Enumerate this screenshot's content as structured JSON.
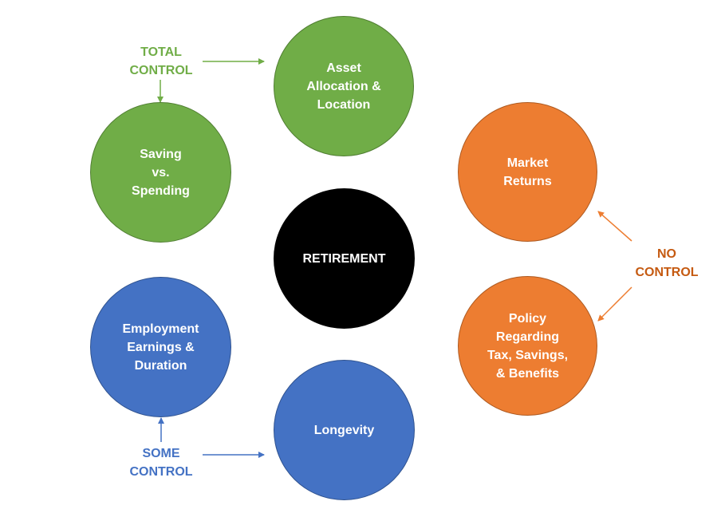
{
  "colors": {
    "green": "#70ad47",
    "orange": "#ed7d31",
    "blue": "#4472c4",
    "center": "#000000",
    "total_control": "#70ad47",
    "no_control": "#c55a11",
    "some_control": "#4472c4"
  },
  "center": {
    "label": "RETIREMENT"
  },
  "nodes": {
    "asset_allocation": "Asset\nAllocation &\nLocation",
    "saving_spending": "Saving\nvs.\nSpending",
    "market_returns": "Market\nReturns",
    "policy": "Policy\nRegarding\nTax, Savings,\n& Benefits",
    "employment": "Employment\nEarnings &\nDuration",
    "longevity": "Longevity"
  },
  "labels": {
    "total_control": "TOTAL\nCONTROL",
    "no_control": "NO\nCONTROL",
    "some_control": "SOME\nCONTROL"
  }
}
